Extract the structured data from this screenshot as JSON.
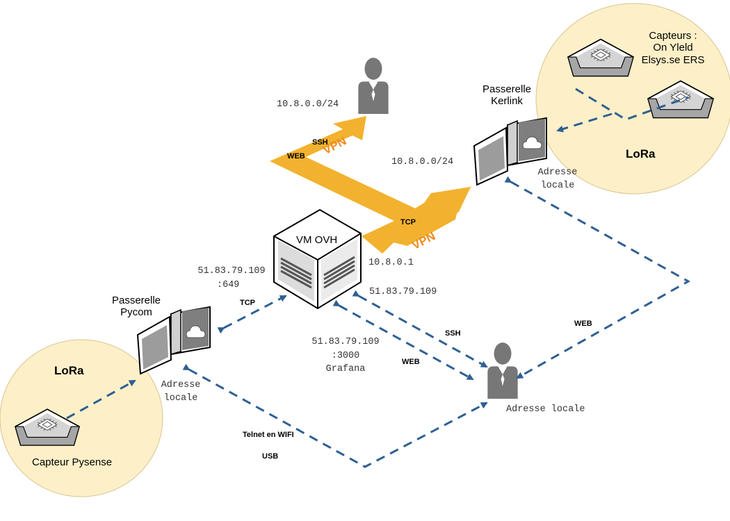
{
  "colors": {
    "vpn_arrow": "#f2b22f",
    "vpn_text": "#f08a1c",
    "dashed_link": "#2e5f93",
    "lora_zone": "#fdf0c8",
    "lora_zone_border": "#d8c490",
    "device_grey": "#777777"
  },
  "icons": {
    "person": "user-icon",
    "gateway": "gateway-icon",
    "sensor": "chip-sensor-icon",
    "server": "server-icon"
  },
  "zones": {
    "left": {
      "title": "LoRa",
      "sensor_label": "Capteur Pysense"
    },
    "right": {
      "title": "LoRa",
      "sensors_label": [
        "Capteurs :",
        "On Yleld",
        "Elsys.se ERS"
      ]
    }
  },
  "nodes": {
    "vm": {
      "label": "VM OVH"
    },
    "gateway_pycom": {
      "label": [
        "Passerelle",
        "Pycom"
      ],
      "addr": [
        "Adresse",
        "locale"
      ]
    },
    "gateway_kerlink": {
      "label": [
        "Passerelle",
        "Kerlink"
      ],
      "addr": [
        "Adresse",
        "locale"
      ]
    },
    "vpn_user": {
      "subnet": "10.8.0.0/24"
    },
    "local_user": {
      "addr": "Adresse locale"
    }
  },
  "addresses": {
    "kerlink_subnet": "10.8.0.0/24",
    "vm_vpn_ip": "10.8.0.1",
    "vm_public_649": [
      "51.83.79.109",
      ":649"
    ],
    "vm_public": "51.83.79.109",
    "vm_grafana": [
      "51.83.79.109",
      ":3000",
      "Grafana"
    ]
  },
  "links": {
    "web": "WEB",
    "ssh": "SSH",
    "vpn": "VPN",
    "tcp": "TCP",
    "telnet": "Telnet en WIFI",
    "usb": "USB"
  }
}
